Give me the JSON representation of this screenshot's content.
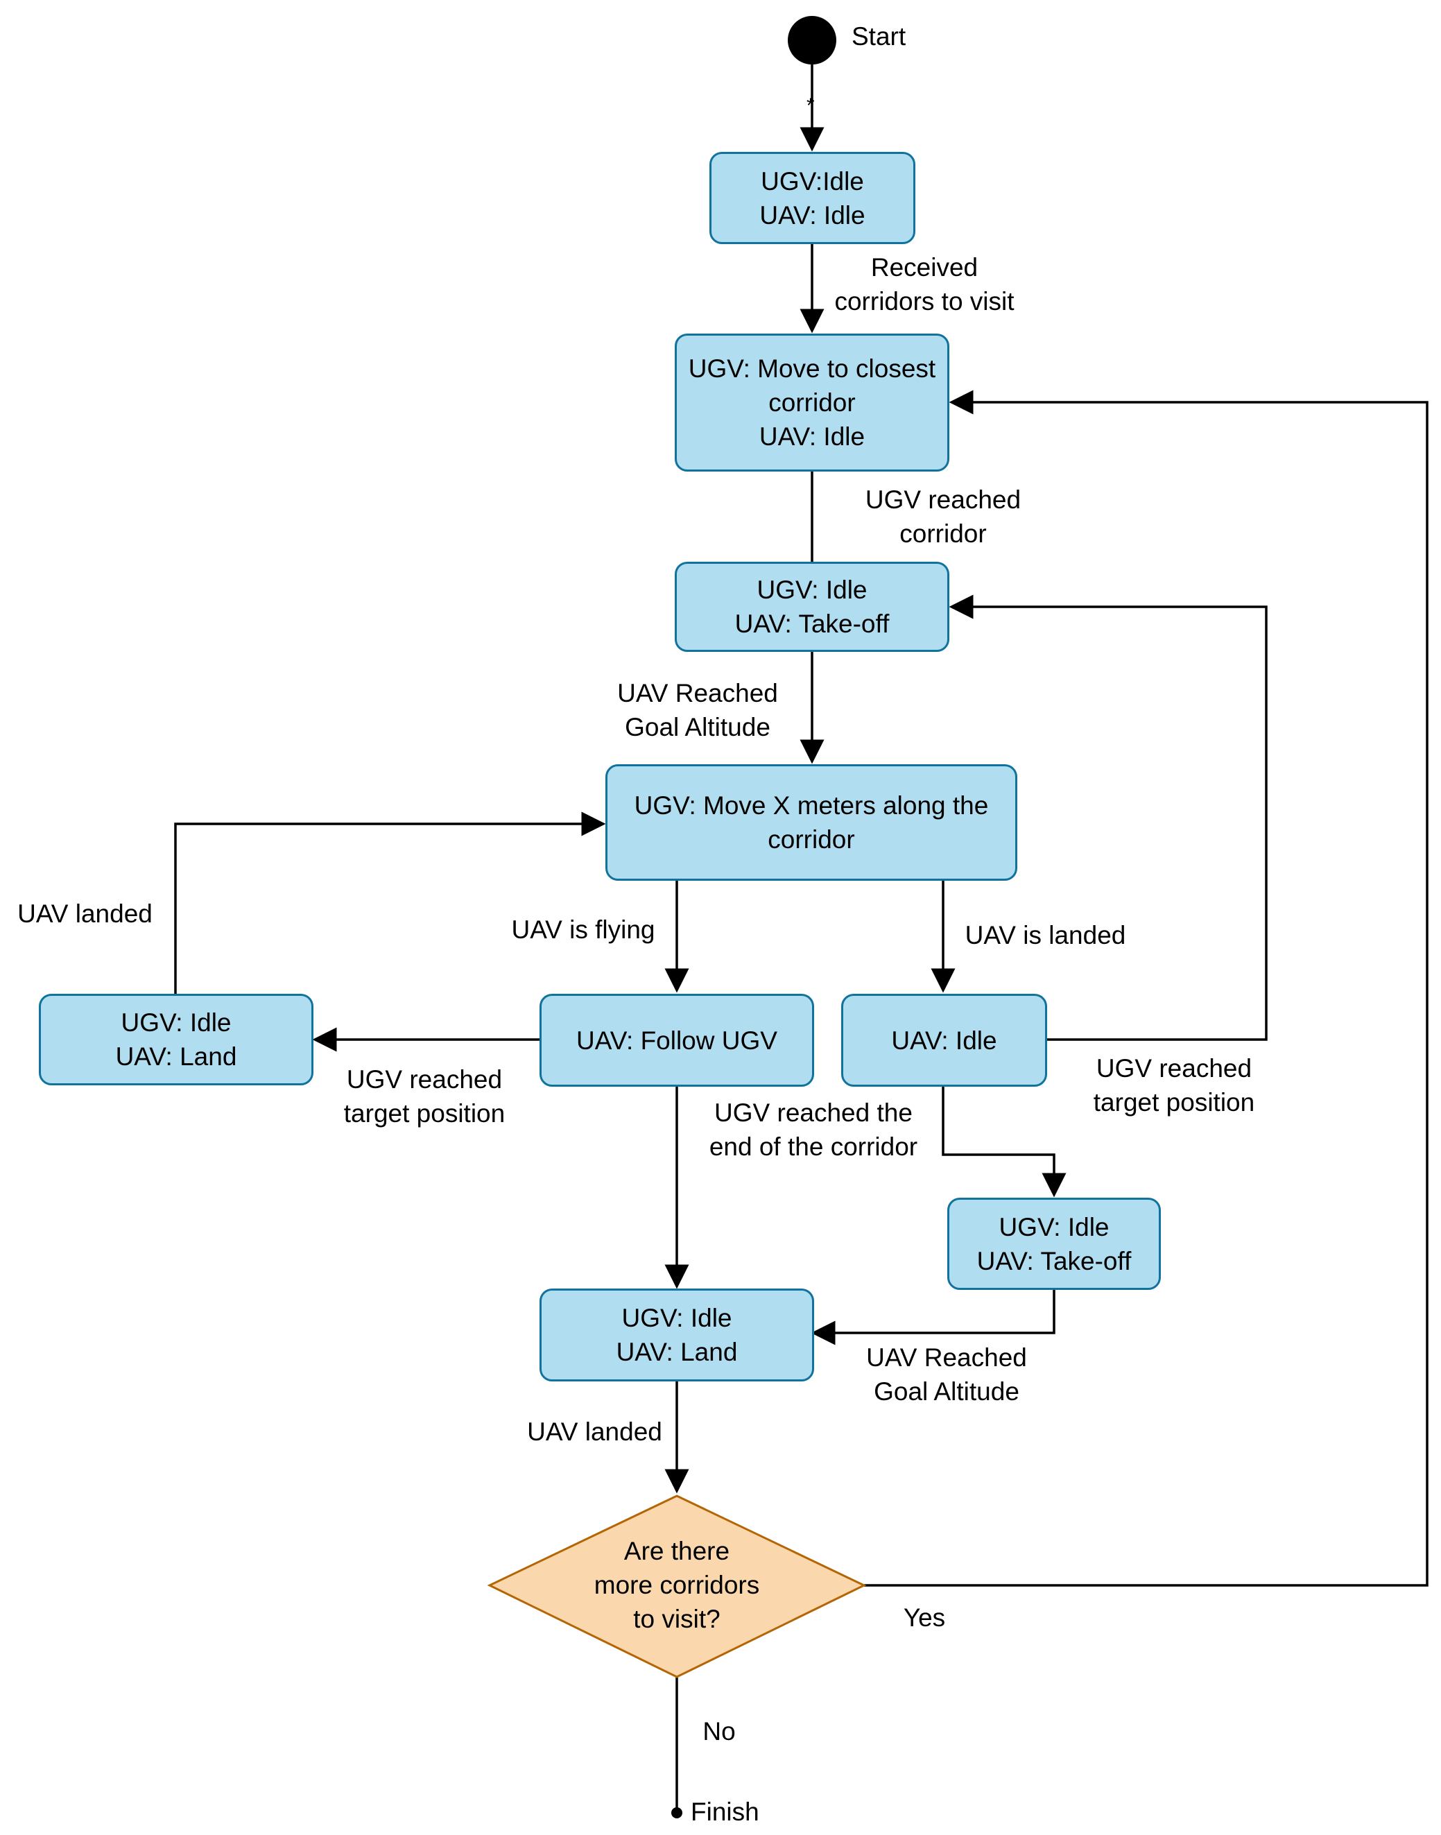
{
  "start": {
    "label": "Start",
    "edge_marker": "*"
  },
  "finish": {
    "label": "Finish"
  },
  "states": {
    "s1": {
      "lines": [
        "UGV:Idle",
        "UAV: Idle"
      ]
    },
    "s2": {
      "lines": [
        "UGV: Move to closest",
        "corridor",
        "UAV: Idle"
      ]
    },
    "s3": {
      "lines": [
        "UGV: Idle",
        "UAV: Take-off"
      ]
    },
    "s4": {
      "lines": [
        "UGV: Move X meters along the",
        "corridor"
      ]
    },
    "s5": {
      "lines": [
        "UGV: Idle",
        "UAV: Land"
      ]
    },
    "s6": {
      "lines": [
        "UAV: Follow UGV"
      ]
    },
    "s7": {
      "lines": [
        "UAV: Idle"
      ]
    },
    "s8": {
      "lines": [
        "UGV: Idle",
        "UAV: Take-off"
      ]
    },
    "s9": {
      "lines": [
        "UGV: Idle",
        "UAV: Land"
      ]
    }
  },
  "decision": {
    "lines": [
      "Are there",
      "more corridors",
      "to visit?"
    ]
  },
  "transitions": {
    "received": [
      "Received",
      "corridors to visit"
    ],
    "ugv_reached_corridor": [
      "UGV reached",
      "corridor"
    ],
    "uav_reached_goal_1": [
      "UAV Reached",
      "Goal Altitude"
    ],
    "uav_landed_left": [
      "UAV landed"
    ],
    "uav_is_flying": [
      "UAV is flying"
    ],
    "uav_is_landed": [
      "UAV is landed"
    ],
    "ugv_reached_target_left": [
      "UGV reached",
      "target position"
    ],
    "ugv_reached_target_right": [
      "UGV reached",
      "target position"
    ],
    "ugv_reached_end": [
      "UGV reached the",
      "end of the corridor"
    ],
    "uav_reached_goal_2": [
      "UAV Reached",
      "Goal Altitude"
    ],
    "uav_landed_bottom": [
      "UAV landed"
    ],
    "yes": [
      "Yes"
    ],
    "no": [
      "No"
    ]
  },
  "colors": {
    "state_fill": "#b1ddf0",
    "state_stroke": "#10739e",
    "decision_fill": "#fad7ac",
    "decision_stroke": "#b46504",
    "edge": "#000000"
  }
}
